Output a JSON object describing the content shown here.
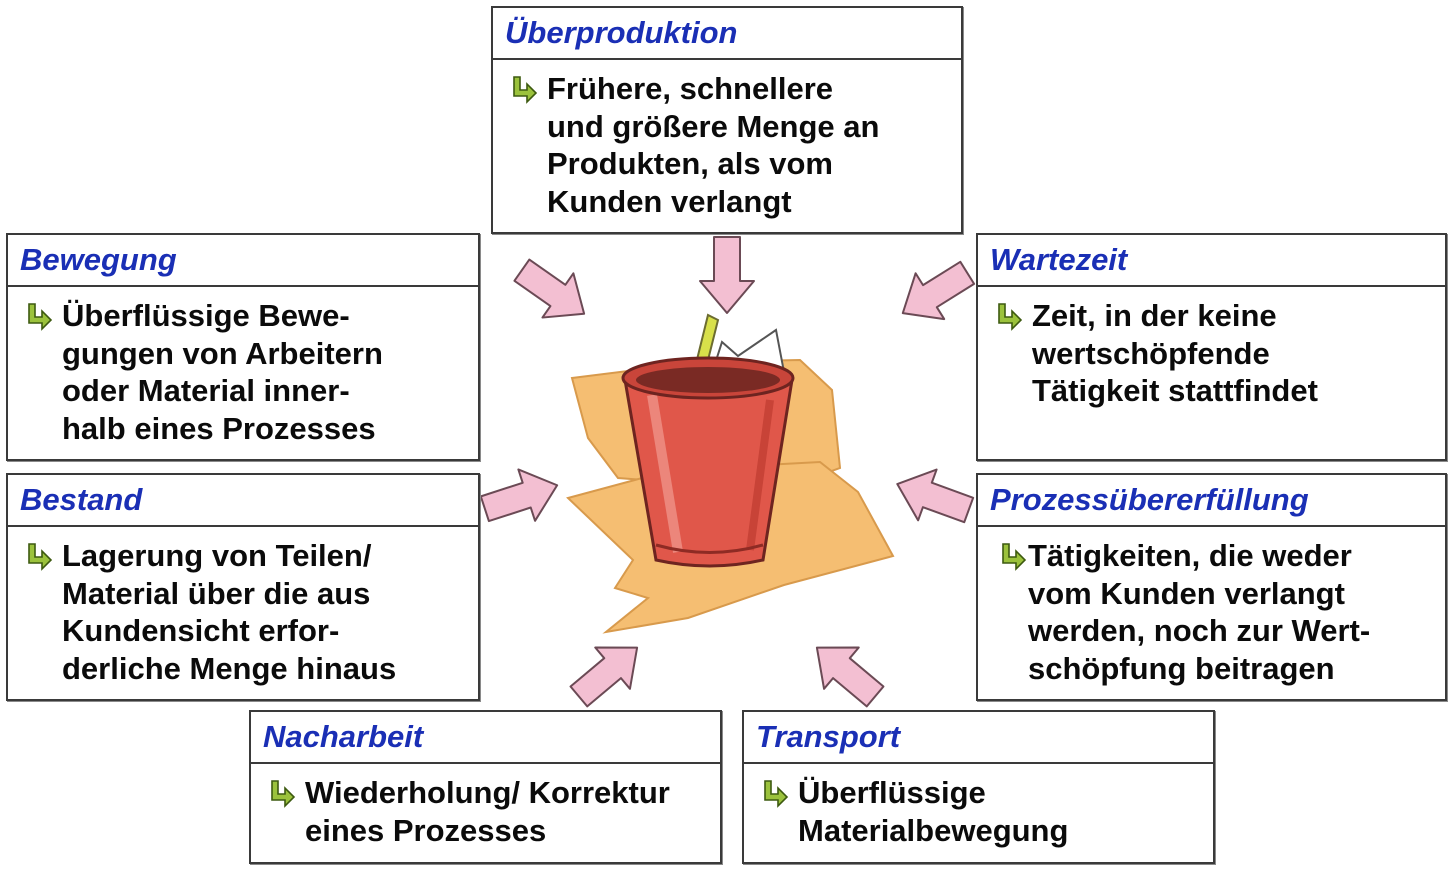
{
  "colors": {
    "title": "#1a2fb5",
    "text": "#0b0b0b",
    "border": "#3a3a3a",
    "arrow_fill": "#f3bfd2",
    "arrow_stroke": "#6b4a55",
    "bullet": "#9bc23c",
    "paper": "#f5be72",
    "bin": "#e0574a"
  },
  "icons": {
    "bullet": "green-arrow-bullet-icon",
    "center": "waste-bin-icon"
  },
  "boxes": {
    "ueberproduktion": {
      "title": "Überproduktion",
      "text": "Frühere, schnellere\nund größere Menge an\nProdukten, als vom\nKunden verlangt"
    },
    "bewegung": {
      "title": "Bewegung",
      "text": "Überflüssige Bewe-\ngungen von Arbeitern\noder Material inner-\nhalb eines Prozesses"
    },
    "wartezeit": {
      "title": "Wartezeit",
      "text": "Zeit, in der keine\nwertschöpfende\nTätigkeit stattfindet"
    },
    "bestand": {
      "title": "Bestand",
      "text": "Lagerung von Teilen/\nMaterial über die aus\nKundensicht erfor-\nderliche Menge hinaus"
    },
    "prozessuebererfuellung": {
      "title": "Prozessübererfüllung",
      "text": "Tätigkeiten, die weder\nvom Kunden verlangt\nwerden, noch zur Wert-\nschöpfung beitragen"
    },
    "nacharbeit": {
      "title": "Nacharbeit",
      "text": "Wiederholung/ Korrektur\neines Prozesses"
    },
    "transport": {
      "title": "Transport",
      "text": "Überflüssige\nMaterialbewegung"
    }
  }
}
